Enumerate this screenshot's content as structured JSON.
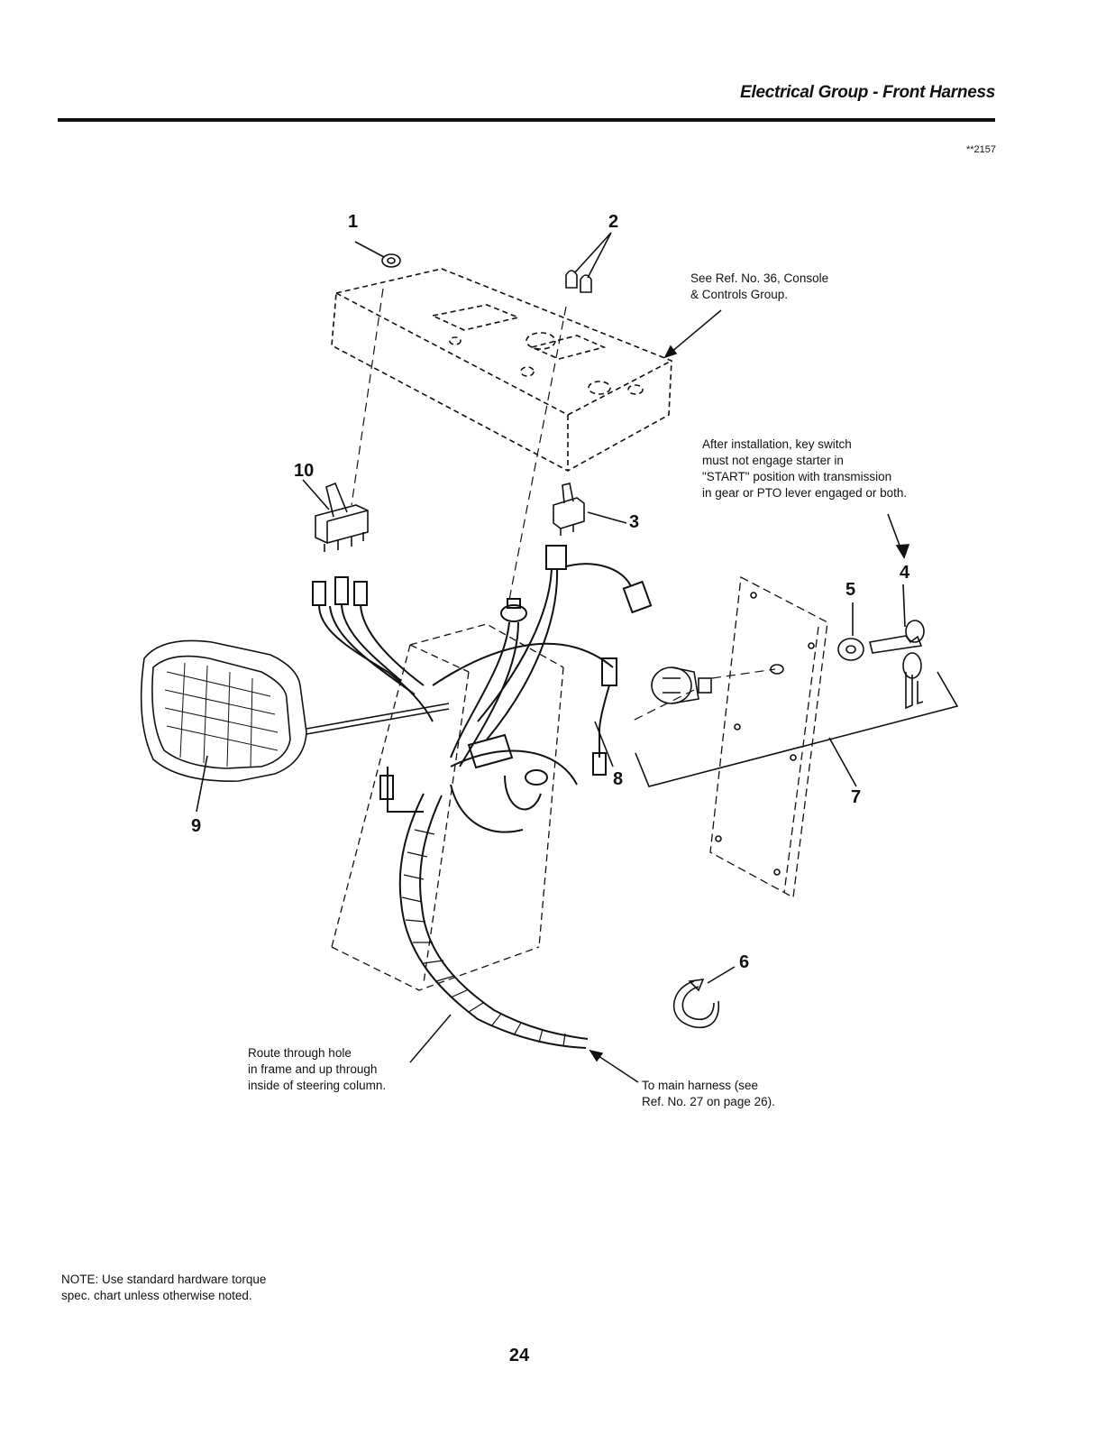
{
  "header": {
    "title": "Electrical Group - Front Harness",
    "figure_code": "**2157"
  },
  "callouts": {
    "c1": "1",
    "c2": "2",
    "c3": "3",
    "c4": "4",
    "c5": "5",
    "c6": "6",
    "c7": "7",
    "c8": "8",
    "c9": "9",
    "c10": "10"
  },
  "notes": {
    "console_ref": [
      "See Ref. No. 36, Console",
      "& Controls Group."
    ],
    "key_switch": [
      "After installation, key switch",
      "must not engage starter in",
      "\"START\" position with transmission",
      "in gear or PTO lever engaged or both."
    ],
    "route": [
      "Route through hole",
      "in frame and up through",
      "inside of steering column."
    ],
    "main_harness": [
      "To main harness (see",
      "Ref. No. 27 on page 26)."
    ]
  },
  "footer": {
    "note": "NOTE: Use standard hardware torque spec. chart unless otherwise noted.",
    "page_number": "24"
  }
}
